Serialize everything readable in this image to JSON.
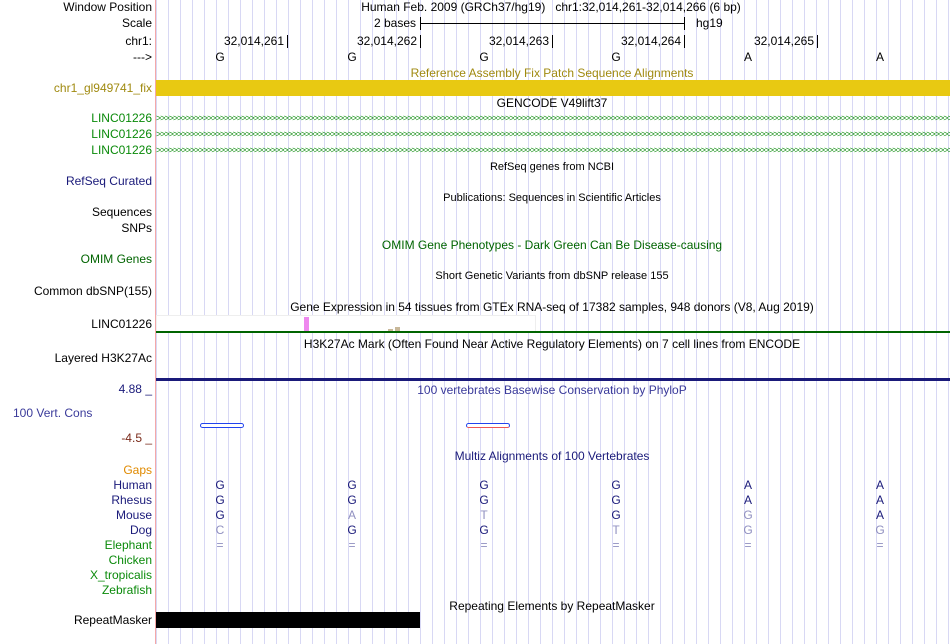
{
  "header": {
    "window_position_label": "Window Position",
    "window_position": "Human Feb. 2009 (GRCh37/hg19)   chr1:32,014,261-32,014,266 (6 bp)",
    "scale_label": "Scale",
    "scale_value": "2 bases",
    "assembly": "hg19",
    "chr_label": "chr1:",
    "strand_label": "--->",
    "positions": [
      "32,014,261",
      "32,014,262",
      "32,014,263",
      "32,014,264",
      "32,014,265"
    ],
    "bases": [
      "G",
      "G",
      "G",
      "G",
      "A",
      "A"
    ]
  },
  "tracks": {
    "fix_title": "Reference Assembly Fix Patch Sequence Alignments",
    "fix_label": "chr1_gl949741_fix",
    "gencode_title": "GENCODE V49lift37",
    "gencode_items": [
      "LINC01226",
      "LINC01226",
      "LINC01226"
    ],
    "refseq_title": "RefSeq genes from NCBI",
    "refseq_label": "RefSeq Curated",
    "pubs_title": "Publications: Sequences in Scientific Articles",
    "pubs_labels": [
      "Sequences",
      "SNPs"
    ],
    "omim_title": "OMIM Gene Phenotypes - Dark Green Can Be Disease-causing",
    "omim_label": "OMIM Genes",
    "dbsnp_title": "Short Genetic Variants from dbSNP release 155",
    "dbsnp_label": "Common dbSNP(155)",
    "gtex_title": "Gene Expression in 54 tissues from GTEx RNA-seq of 17382 samples, 948 donors (V8, Aug 2019)",
    "gtex_label": "LINC01226",
    "h3k27_title": "H3K27Ac Mark (Often Found Near Active Regulatory Elements) on 7 cell lines from ENCODE",
    "h3k27_label": "Layered H3K27Ac",
    "phylop_title": "100 vertebrates Basewise Conservation by PhyloP",
    "phylop_label": "100 Vert. Cons",
    "phylop_max": "4.88 _",
    "phylop_min": "-4.5 _",
    "multiz_title": "Multiz Alignments of 100 Vertebrates",
    "gaps_label": "Gaps",
    "species": [
      {
        "name": "Human",
        "bases": [
          "G",
          "G",
          "G",
          "G",
          "A",
          "A"
        ],
        "match": [
          1,
          1,
          1,
          1,
          1,
          1
        ]
      },
      {
        "name": "Rhesus",
        "bases": [
          "G",
          "G",
          "G",
          "G",
          "A",
          "A"
        ],
        "match": [
          1,
          1,
          1,
          1,
          1,
          1
        ]
      },
      {
        "name": "Mouse",
        "bases": [
          "G",
          "A",
          "T",
          "G",
          "G",
          "A"
        ],
        "match": [
          1,
          0,
          0,
          1,
          0,
          1
        ]
      },
      {
        "name": "Dog",
        "bases": [
          "C",
          "G",
          "G",
          "T",
          "G",
          "G"
        ],
        "match": [
          0,
          1,
          1,
          0,
          0,
          0
        ]
      },
      {
        "name": "Elephant",
        "bases": [
          "=",
          "=",
          "=",
          "=",
          "=",
          "="
        ],
        "match": [
          0,
          0,
          0,
          0,
          0,
          0
        ]
      },
      {
        "name": "Chicken",
        "bases": [],
        "match": []
      },
      {
        "name": "X_tropicalis",
        "bases": [],
        "match": []
      },
      {
        "name": "Zebrafish",
        "bases": [],
        "match": []
      }
    ],
    "repeat_title": "Repeating Elements by RepeatMasker",
    "repeat_label": "RepeatMasker"
  },
  "colors": {
    "fix": "#e8c912",
    "fix_text": "#a08a10",
    "gene": "#0a8a0a",
    "navy": "#1a1a7a",
    "mismatch": "#9090c0",
    "omim": "#006400",
    "gaps": "#e08a00"
  }
}
